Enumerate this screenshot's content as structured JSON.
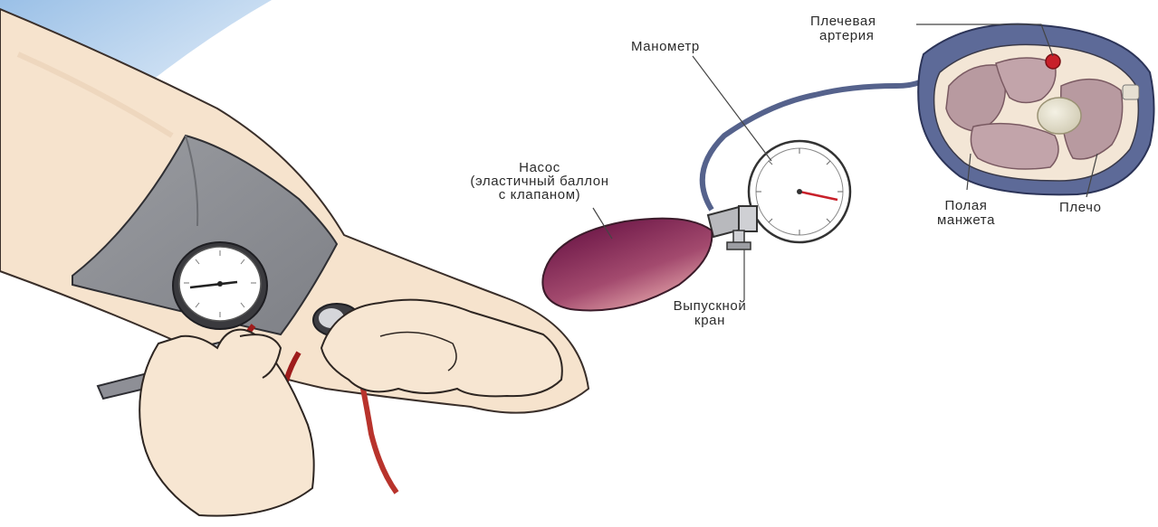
{
  "labels": {
    "brachial_artery": [
      "Плечевая",
      "артерия"
    ],
    "manometer": "Манометр",
    "pump": [
      "Насос",
      "(эластичный баллон",
      "с клапаном)"
    ],
    "release_valve": [
      "Выпускной",
      "кран"
    ],
    "hollow_cuff": [
      "Полая",
      "манжета"
    ],
    "shoulder": "Плечо"
  },
  "colors": {
    "cuff_gray": "#8f9196",
    "tube_navy": "#5a6690",
    "bulb_top": "#7a1f4a",
    "bulb_bottom": "#e2a0aa",
    "artery_red": "#c8202a",
    "skin": "#f3dcc3",
    "sky": "#9cc3e8"
  },
  "icons": [
    "sphygmomanometer-gauge-icon",
    "stethoscope-icon",
    "bulb-pump-icon",
    "release-valve-icon",
    "arm-cross-section-icon"
  ]
}
